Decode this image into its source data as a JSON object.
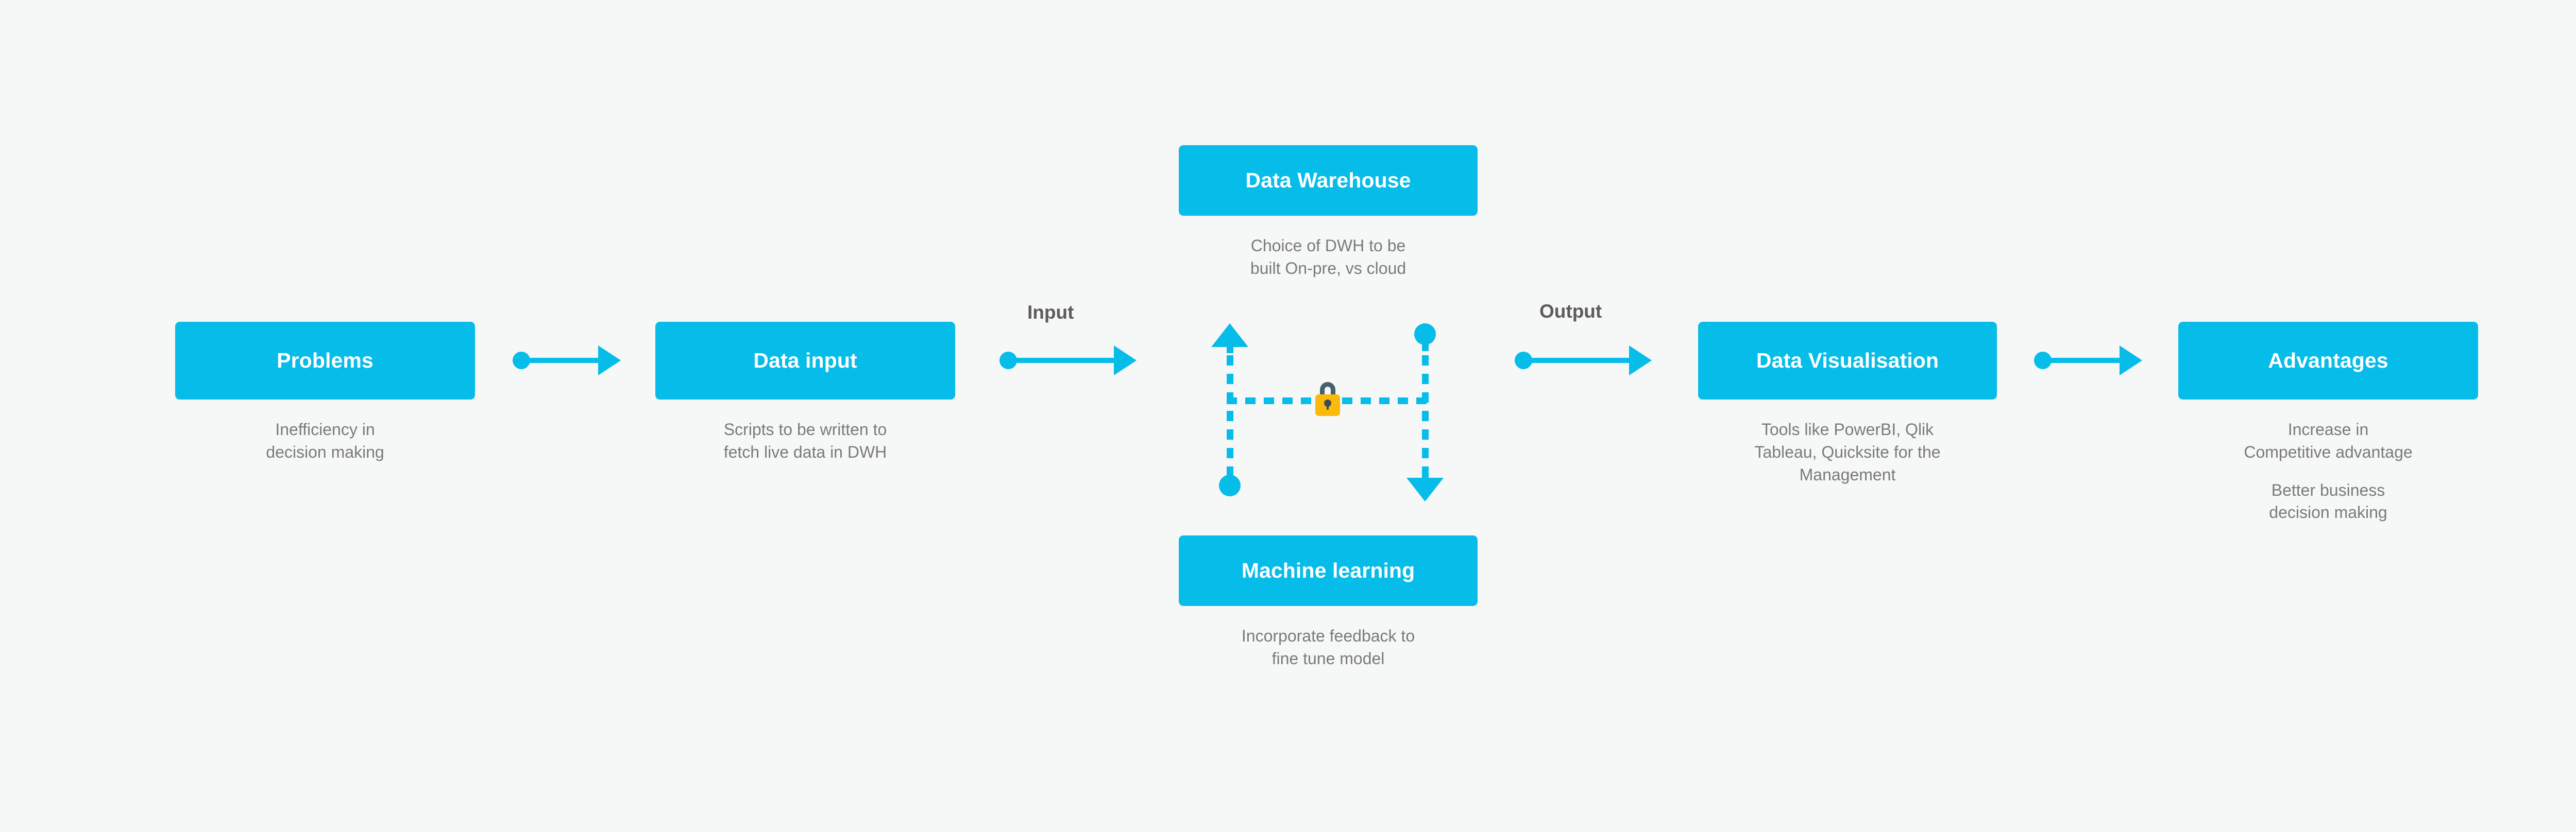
{
  "canvas": {
    "background_color": "#F6F7F7",
    "accent_color": "#06BCE8",
    "caption_color": "#7A7A7A",
    "label_color": "#5B5B5B",
    "lock_body_color": "#FBB90C",
    "lock_shackle_color": "#46606E"
  },
  "nodes": {
    "problems": {
      "title": "Problems",
      "captions": [
        "Inefficiency in\ndecision making"
      ]
    },
    "data_input": {
      "title": "Data input",
      "captions": [
        "Scripts to be written to\nfetch live data in DWH"
      ]
    },
    "data_warehouse": {
      "title": "Data Warehouse",
      "captions": [
        "Choice of DWH to be\nbuilt On-pre, vs cloud"
      ]
    },
    "machine_learning": {
      "title": "Machine learning",
      "captions": [
        "Incorporate feedback to\nfine tune model"
      ]
    },
    "data_visualisation": {
      "title": "Data Visualisation",
      "captions": [
        "Tools like PowerBI, Qlik\nTableau, Quicksite for the\nManagement"
      ]
    },
    "advantages": {
      "title": "Advantages",
      "captions": [
        "Increase in\nCompetitive advantage",
        "Better business\ndecision making"
      ]
    }
  },
  "connectors": {
    "problems_to_input": {
      "label": ""
    },
    "input_to_warehouse": {
      "label": "Input"
    },
    "warehouse_to_visualisation": {
      "label": "Output"
    },
    "visualisation_to_advantages": {
      "label": ""
    }
  },
  "center_loop": {
    "lock_icon": "padlock-icon",
    "up_arrow_icon": "arrow-up-icon",
    "down_arrow_icon": "arrow-down-icon",
    "dot_icon": "dot-icon"
  }
}
